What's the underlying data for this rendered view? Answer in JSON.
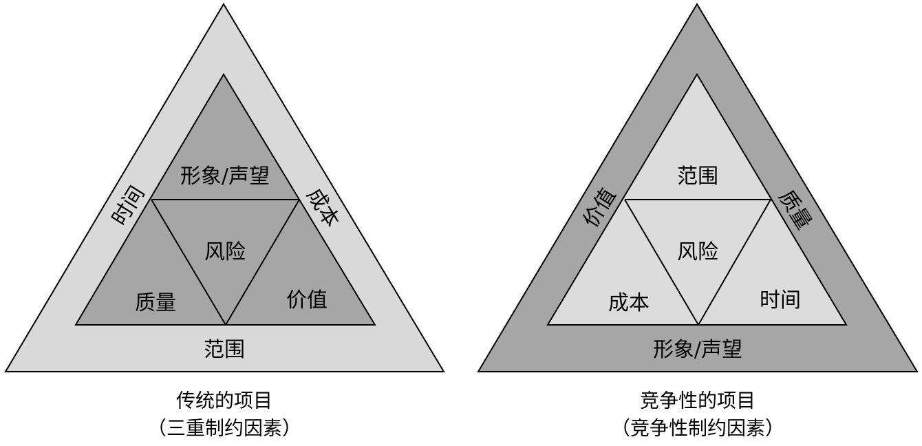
{
  "colors": {
    "traditional_outer": "#d9d9d9",
    "traditional_inner": "#a6a6a6",
    "competitive_outer": "#a6a6a6",
    "competitive_inner": "#dcdcdc",
    "stroke": "#000000"
  },
  "traditional": {
    "side_left": "时间",
    "side_right": "成本",
    "side_bottom": "范围",
    "inner_top": "形象/声望",
    "inner_center": "风险",
    "inner_left": "质量",
    "inner_right": "价值",
    "caption_line1": "传统的项目",
    "caption_line2": "（三重制约因素）"
  },
  "competitive": {
    "side_left": "价值",
    "side_right": "质量",
    "side_bottom": "形象/声望",
    "inner_top": "范围",
    "inner_center": "风险",
    "inner_left": "成本",
    "inner_right": "时间",
    "caption_line1": "竞争性的项目",
    "caption_line2": "（竞争性制约因素）"
  }
}
